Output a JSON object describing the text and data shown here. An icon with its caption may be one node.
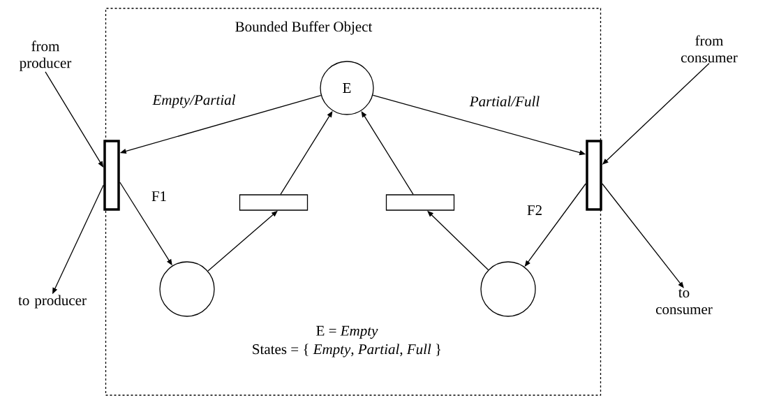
{
  "diagram": {
    "nodes": [
      {
        "text": [
          "Bounded Buffer Object"
        ]
      },
      {
        "text": [
          "from producer"
        ]
      },
      {
        "text": [
          "to producer"
        ]
      },
      {
        "text": [
          "from consumer"
        ]
      },
      {
        "text": [
          "to consumer"
        ]
      },
      {
        "text": [
          "E"
        ],
        "in": 0
      },
      {
        "text": [],
        "shape": "bar",
        "in": 0
      },
      {
        "text": [],
        "shape": "bar",
        "in": 0
      },
      {
        "text": [],
        "shape": "bar",
        "in": 0
      },
      {
        "text": [],
        "shape": "bar",
        "in": 0
      },
      {
        "text": [],
        "shape": "circle",
        "in": 0
      },
      {
        "text": [],
        "shape": "circle",
        "in": 0
      }
    ],
    "edges": [
      {
        "from": 1,
        "to": 6,
        "arrow": "to"
      },
      {
        "from": 6,
        "to": 2,
        "arrow": "to"
      },
      {
        "from": 5,
        "to": 6,
        "arrow": "to",
        "label": "Empty/Partial"
      },
      {
        "from": 5,
        "to": 7,
        "arrow": "to",
        "label": "Partial/Full"
      },
      {
        "from": 6,
        "to": 10,
        "arrow": "to"
      },
      {
        "from": 10,
        "to": 8,
        "arrow": "to"
      },
      {
        "from": 8,
        "to": 5,
        "arrow": "to"
      },
      {
        "from": 3,
        "to": 7,
        "arrow": "to"
      },
      {
        "from": 7,
        "to": 4,
        "arrow": "to"
      },
      {
        "from": 7,
        "to": 11,
        "arrow": "to"
      },
      {
        "from": 11,
        "to": 9,
        "arrow": "to"
      },
      {
        "from": 9,
        "to": 5,
        "arrow": "to"
      }
    ],
    "labels": [
      "F1",
      "F2",
      "E = *Empty*",
      "States = { *Empty*, *Partial*, *Full* }"
    ]
  }
}
